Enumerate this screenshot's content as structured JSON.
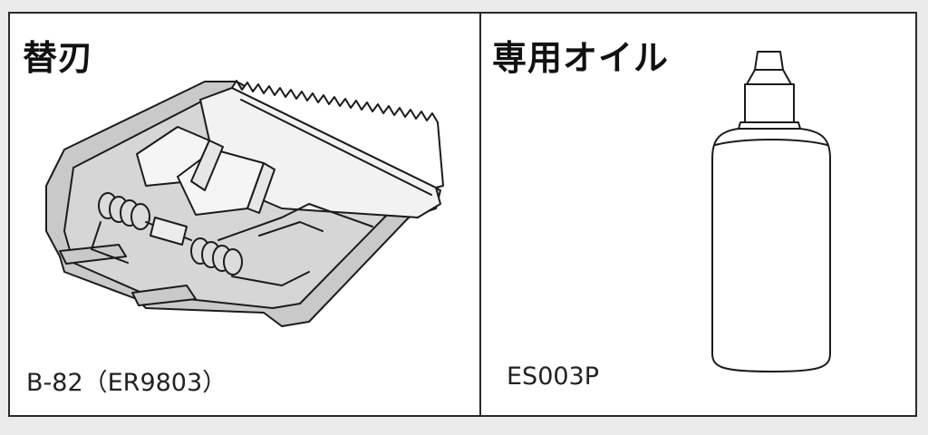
{
  "left_panel": {
    "title": "替刃",
    "model": "B-82（ER9803）",
    "illustration_icon": "clipper-blade-icon"
  },
  "right_panel": {
    "title": "専用オイル",
    "model": "ES003P",
    "illustration_icon": "oil-bottle-icon"
  },
  "colors": {
    "frame": "#2a2a2a",
    "fill_gray": "#c9c9c9",
    "fill_light": "#e6e6e6",
    "background": "#ebebeb"
  }
}
